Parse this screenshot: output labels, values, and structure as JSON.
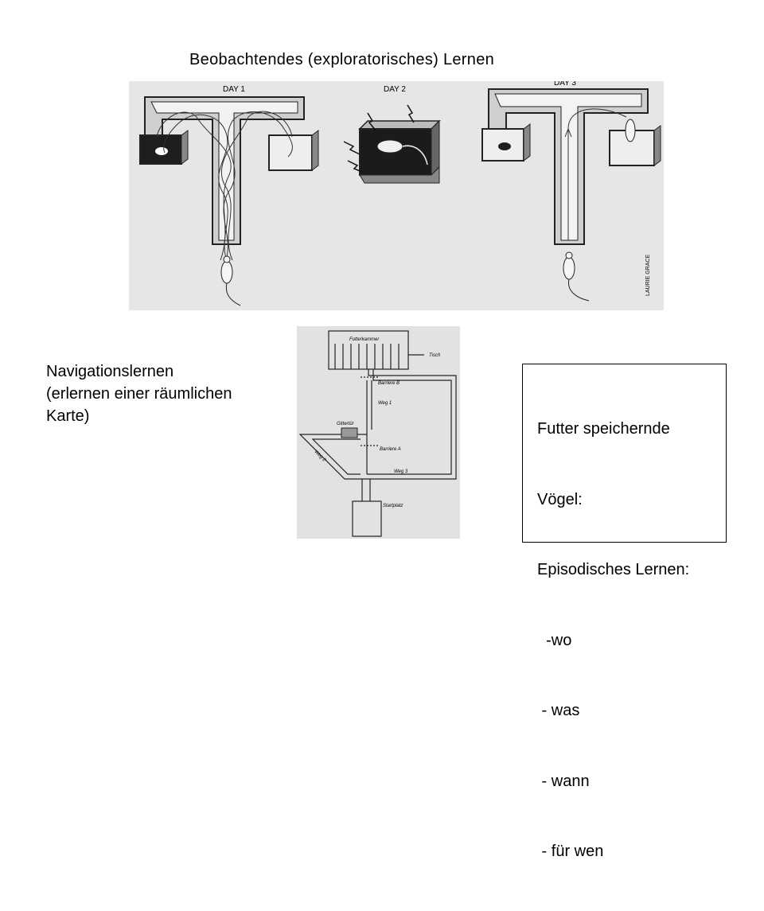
{
  "title": "Beobachtendes (exploratorisches) Lernen",
  "top_diagram": {
    "day1": "DAY 1",
    "day2": "DAY 2",
    "day3": "DAY 3",
    "credit": "LAURIE GRACE"
  },
  "bottom_diagram": {
    "futterkammer": "Futterkammer",
    "tisch": "Tisch",
    "barriere_b": "Barriere B",
    "weg1": "Weg 1",
    "gittertuer": "Gittertür",
    "barriere_a": "Barriere A",
    "weg2": "Weg 2",
    "weg3": "Weg 3",
    "startplatz": "Startplatz"
  },
  "navigation_text": {
    "line1": "Navigationslernen",
    "line2": "(erlernen einer räumlichen",
    "line3": "Karte)"
  },
  "box": {
    "lines": [
      "Futter speichernde",
      "Vögel:",
      "Episodisches Lernen:",
      "  -wo",
      " - was",
      " - wann",
      " - für wen"
    ]
  }
}
